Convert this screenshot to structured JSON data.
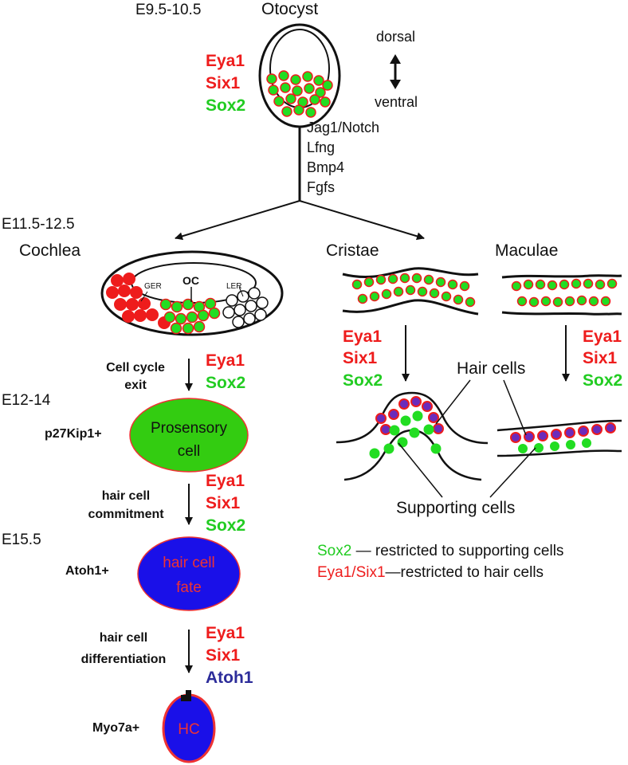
{
  "colors": {
    "red": "#ee1c1c",
    "green": "#22dd22",
    "blue": "#2c2c9a",
    "dark": "#111111"
  },
  "otocyst": {
    "stage": "E9.5-10.5",
    "title": "Otocyst",
    "genes": [
      "Eya1",
      "Six1",
      "Sox2"
    ],
    "axis_top": "dorsal",
    "axis_bottom": "ventral",
    "signals": [
      "Jag1/Notch",
      "Lfng",
      "Bmp4",
      "Fgfs"
    ]
  },
  "cochlea": {
    "stage": "E11.5-12.5",
    "title": "Cochlea",
    "ger": "GER",
    "oc": "OC",
    "ler": "LER"
  },
  "cristae": {
    "title": "Cristae",
    "genes": [
      "Eya1",
      "Six1",
      "Sox2"
    ]
  },
  "maculae": {
    "title": "Maculae",
    "genes": [
      "Eya1",
      "Six1",
      "Sox2"
    ]
  },
  "vestibular": {
    "hair_cells": "Hair cells",
    "supporting_cells": "Supporting cells"
  },
  "pathway": {
    "step1": {
      "label_lines": [
        "Cell cycle",
        "exit"
      ],
      "genes": [
        "Eya1",
        "Sox2"
      ]
    },
    "stage2": "E12-14",
    "marker2": "p27Kip1+",
    "cell2_lines": [
      "Prosensory",
      "cell"
    ],
    "step2": {
      "label_lines": [
        "hair cell",
        "commitment"
      ],
      "genes": [
        "Eya1",
        "Six1",
        "Sox2"
      ]
    },
    "stage3": "E15.5",
    "marker3": "Atoh1+",
    "cell3_lines": [
      "hair cell",
      "fate"
    ],
    "step3": {
      "label_lines": [
        "hair cell",
        "differentiation"
      ],
      "genes": [
        "Eya1",
        "Six1",
        "Atoh1"
      ]
    },
    "marker4": "Myo7a+",
    "cell4": "HC"
  },
  "legend": {
    "sox2_key": "Sox2",
    "sox2_text": " — restricted to supporting cells",
    "eya_key": "Eya1/Six1",
    "eya_text": "—restricted to hair cells"
  }
}
